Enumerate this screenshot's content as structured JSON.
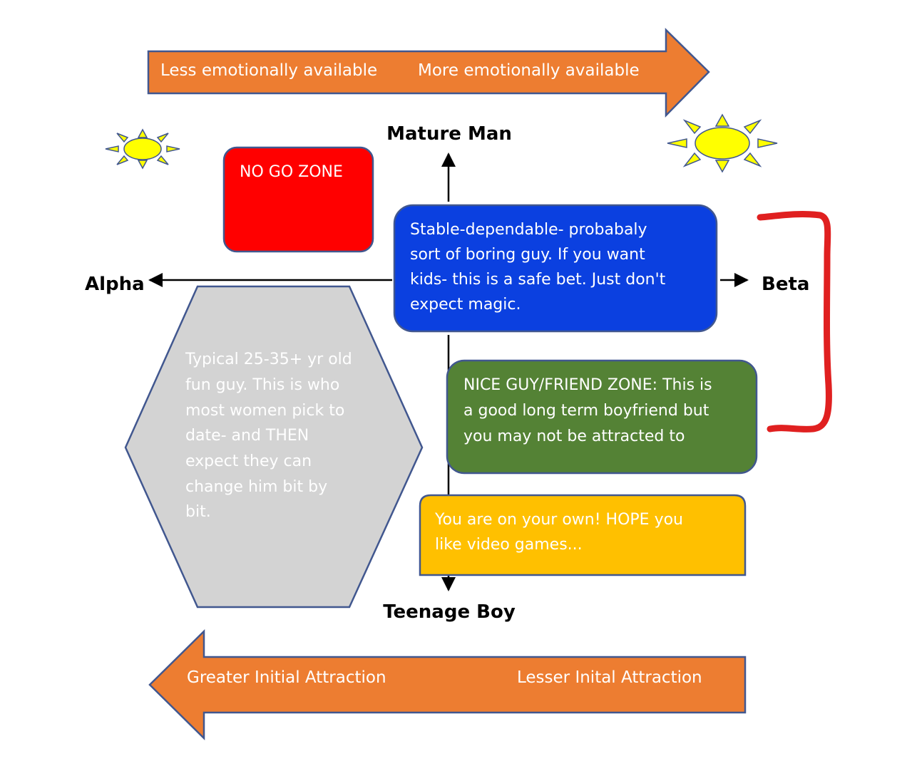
{
  "top_arrow": {
    "left_label": "Less emotionally available",
    "right_label": "More emotionally available",
    "color": "#ed7d31"
  },
  "bottom_arrow": {
    "left_label": "Greater Initial Attraction",
    "right_label": "Lesser Inital Attraction",
    "color": "#ed7d31"
  },
  "axes": {
    "top": "Mature Man",
    "bottom": "Teenage Boy",
    "left": "Alpha",
    "right": "Beta"
  },
  "boxes": {
    "no_go": {
      "lines": [
        "NO GO ZONE"
      ],
      "color": "#ff0000"
    },
    "stable": {
      "lines": [
        "Stable-dependable- probabaly",
        "sort of boring guy. If you want",
        "kids- this is a safe bet. Just don't",
        "expect magic."
      ],
      "color": "#0b40e0"
    },
    "nice_guy": {
      "lines": [
        "NICE GUY/FRIEND ZONE: This is",
        "a good long term boyfriend but",
        "you may not be attracted to"
      ],
      "color": "#548235"
    },
    "on_own": {
      "lines": [
        "You are on your own! HOPE you",
        "like video games..."
      ],
      "color": "#ffc000"
    },
    "typical": {
      "lines": [
        "Typical 25-35+ yr old",
        "fun guy. This is who",
        "most women pick to",
        "date- and THEN",
        "expect they can",
        "change him bit by",
        "bit."
      ],
      "color": "#d3d3d3"
    }
  },
  "icons": {
    "sun_small": "sun-icon",
    "sun_large": "sun-icon",
    "sun_fill": "#ffff00",
    "bracket_color": "#e02020"
  }
}
